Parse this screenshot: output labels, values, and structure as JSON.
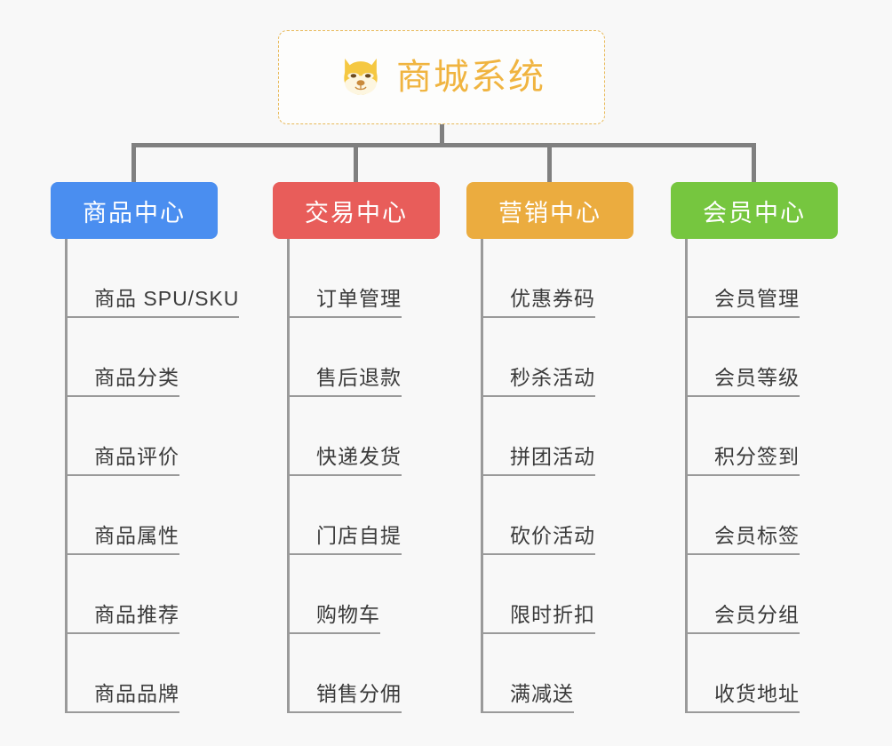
{
  "root": {
    "title": "商城系统",
    "icon": "shiba-dog-icon",
    "border_color": "#e8b959",
    "text_color": "#f0b440"
  },
  "connector_color": "#808080",
  "background_color": "#f8f8f8",
  "columns": [
    {
      "id": "product-center",
      "header": "商品中心",
      "color": "#4a8ef0",
      "items": [
        "商品 SPU/SKU",
        "商品分类",
        "商品评价",
        "商品属性",
        "商品推荐",
        "商品品牌"
      ]
    },
    {
      "id": "trade-center",
      "header": "交易中心",
      "color": "#e85d5a",
      "items": [
        "订单管理",
        "售后退款",
        "快递发货",
        "门店自提",
        "购物车",
        "销售分佣"
      ]
    },
    {
      "id": "marketing-center",
      "header": "营销中心",
      "color": "#ebac3f",
      "items": [
        "优惠券码",
        "秒杀活动",
        "拼团活动",
        "砍价活动",
        "限时折扣",
        "满减送"
      ]
    },
    {
      "id": "member-center",
      "header": "会员中心",
      "color": "#76c63f",
      "items": [
        "会员管理",
        "会员等级",
        "积分签到",
        "会员标签",
        "会员分组",
        "收货地址"
      ]
    }
  ]
}
